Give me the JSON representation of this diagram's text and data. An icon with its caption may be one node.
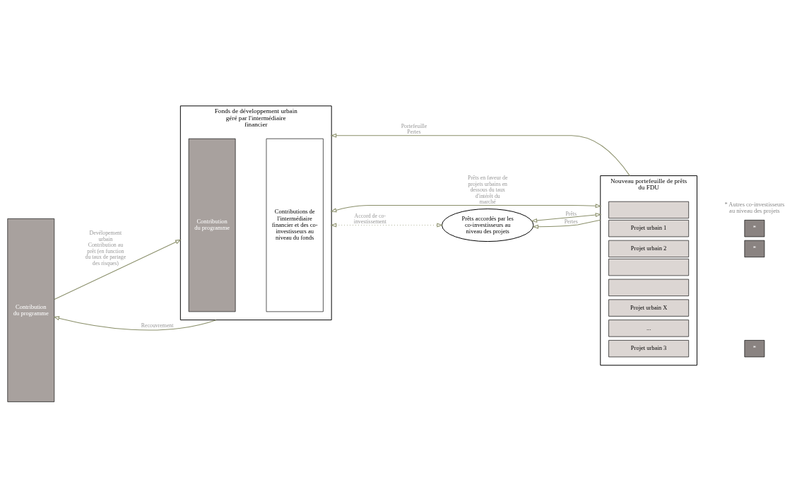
{
  "diagram": {
    "nodes": [
      {
        "text": [
          "Contribution du programme"
        ]
      },
      {
        "text": [
          "Fonds de développement urbain géré par l'intermédiaire financier"
        ]
      },
      {
        "text": [
          "Contribution du programme"
        ],
        "in": 1
      },
      {
        "text": [
          "Contributions de l'intermédiaire financier et des co-investisseurs au niveau du fonds"
        ],
        "in": 1
      },
      {
        "text": [
          "Prêts accordés par les co-investisseurs au niveau des projets"
        ]
      },
      {
        "text": [
          "Nouveau portefeuille de prêts du FDU"
        ]
      },
      {
        "text": [],
        "shape": "box",
        "in": 5
      },
      {
        "text": [],
        "shape": "box",
        "in": 5
      },
      {
        "text": [],
        "shape": "box",
        "in": 5
      },
      {
        "text": [
          "Projet urbain X"
        ],
        "in": 5
      },
      {
        "text": [
          "..."
        ],
        "in": 5
      },
      {
        "text": [
          "Projet urbain 3"
        ],
        "in": 5
      },
      {
        "text": [
          "Projet urbain 2"
        ],
        "in": 5
      },
      {
        "text": [
          "Projet urbain 1"
        ],
        "in": 5
      },
      {
        "text": [
          "*"
        ]
      },
      {
        "text": [
          "*"
        ]
      },
      {
        "text": [
          "*"
        ]
      }
    ],
    "edges": [
      {
        "from": 0,
        "to": 1,
        "arrow": "to",
        "label": "Devélopement urbain Contribution au prêt (en function du taux de partage des risques)"
      },
      {
        "from": 1,
        "to": 0,
        "arrow": "to",
        "label": "Recouvrement"
      },
      {
        "from": 1,
        "to": 4,
        "arrow": "both",
        "style": "dashed",
        "label": "Accord de co-investissement"
      },
      {
        "from": 4,
        "to": 5,
        "arrow": "both",
        "label": "Prêts"
      },
      {
        "from": 5,
        "to": 4,
        "arrow": "to",
        "label": "Pertes"
      },
      {
        "from": 1,
        "to": 5,
        "arrow": "both",
        "label": "Prêts en faveur de projets urbains en dessous du taux d'intérêt du marché"
      },
      {
        "from": 5,
        "to": 1,
        "arrow": "to",
        "label": "Portefeuille Pertes"
      }
    ],
    "labels": [
      "* Autres co-investisseurs au niveau des projets"
    ]
  }
}
